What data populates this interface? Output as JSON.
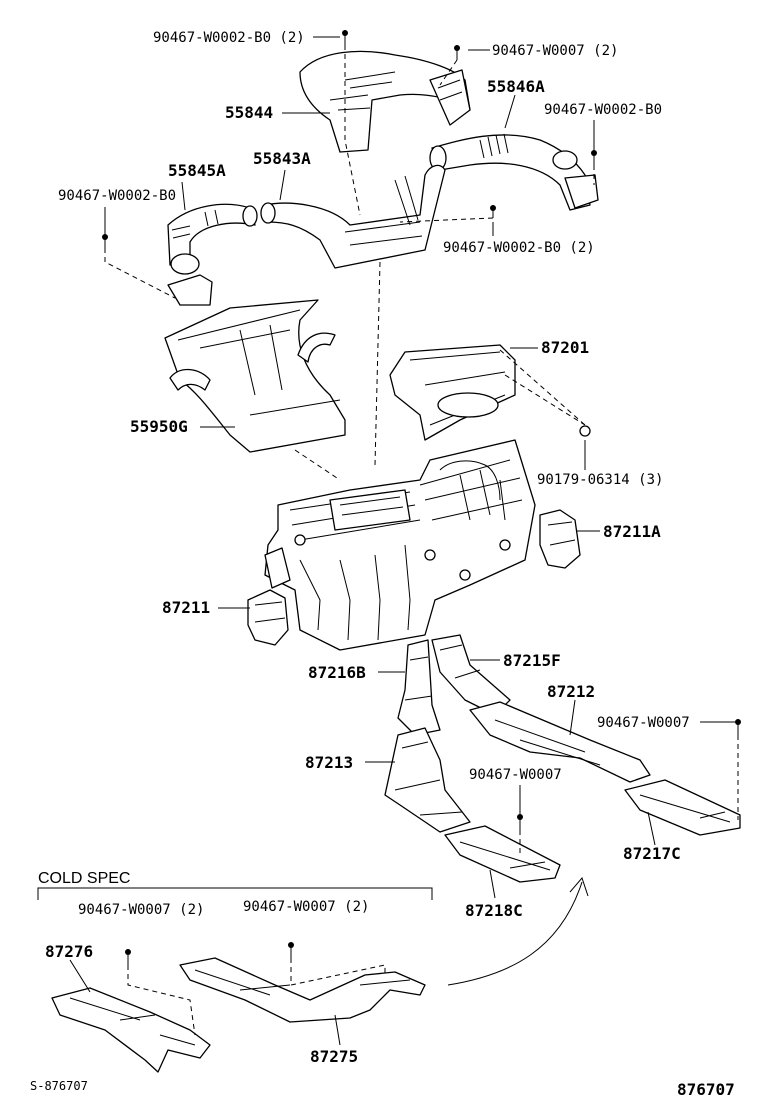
{
  "labels": {
    "p90467_w0002_b0_top": "90467-W0002-B0 (2)",
    "p90467_w0007_top": "90467-W0007 (2)",
    "p55844": "55844",
    "p55846a": "55846A",
    "p90467_w0002_b0_right": "90467-W0002-B0",
    "p55845a": "55845A",
    "p55843a": "55843A",
    "p90467_w0002_b0_left": "90467-W0002-B0",
    "p90467_w0002_b0_center": "90467-W0002-B0 (2)",
    "p87201": "87201",
    "p55950g": "55950G",
    "p90179_06314": "90179-06314 (3)",
    "p87211a": "87211A",
    "p87211": "87211",
    "p87216b": "87216B",
    "p87215f": "87215F",
    "p87212": "87212",
    "p90467_w0007_right": "90467-W0007",
    "p87213": "87213",
    "p90467_w0007_mid": "90467-W0007",
    "p87217c": "87217C",
    "p87218c": "87218C",
    "cold_spec": "COLD SPEC",
    "p90467_w0007_cold_left": "90467-W0007 (2)",
    "p90467_w0007_cold_right": "90467-W0007 (2)",
    "p87276": "87276",
    "p87275": "87275",
    "ref_left": "S-876707",
    "ref_right": "876707"
  }
}
